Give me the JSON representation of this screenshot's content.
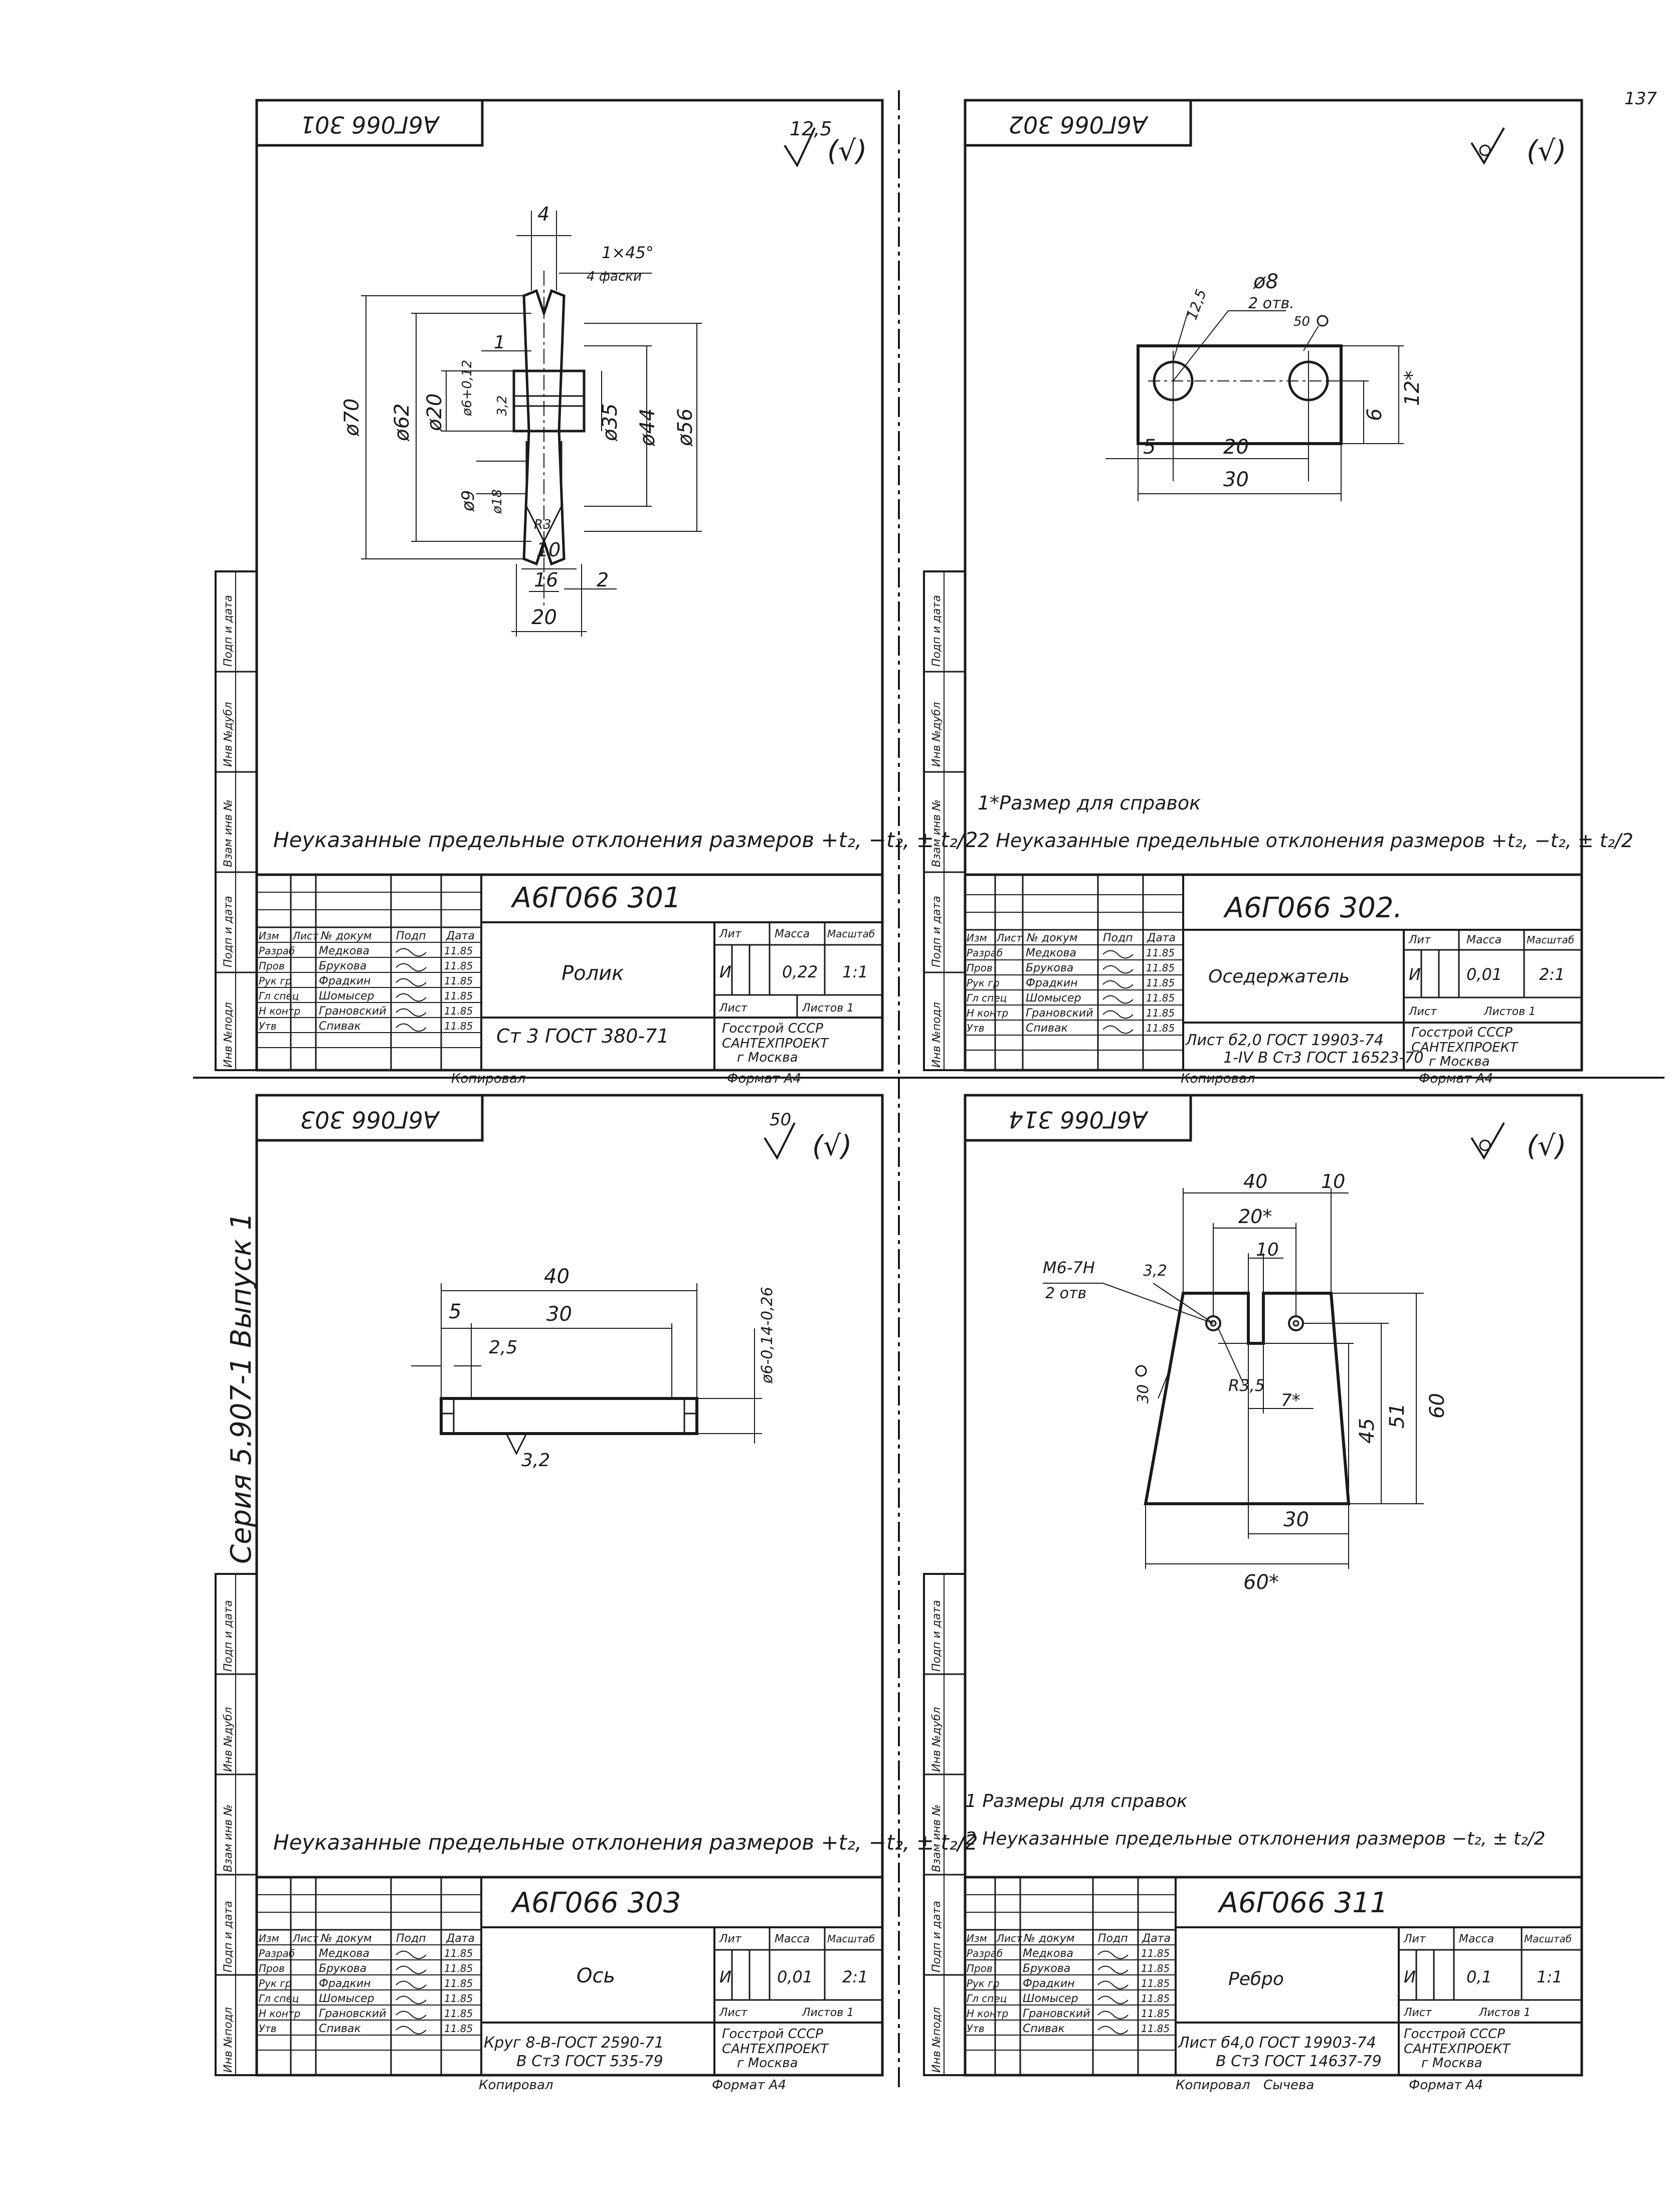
{
  "page": {
    "number": "137",
    "series": "Серия 5.907-1  Выпуск 1"
  },
  "side_stamp": [
    "Инв №подл",
    "Подп и дата",
    "Взам инв №",
    "Инв №дубл",
    "Подп и дата"
  ],
  "title_block_common": {
    "headers": {
      "izm": "Изм",
      "list": "Лист",
      "docnum": "№ докум",
      "sign": "Подп",
      "date": "Дата",
      "lit": "Лит",
      "mass": "Масса",
      "scale": "Масштаб",
      "sheet": "Лист",
      "sheets": "Листов 1"
    },
    "roles": [
      "Разраб",
      "Пров",
      "Рук гр",
      "Гл спец",
      "Н контр",
      "Утв"
    ],
    "names": [
      "Медкова",
      "Брукова",
      "Фрадкин",
      "Шомысер",
      "Грановский",
      "Спивак"
    ],
    "dates": [
      "11.85",
      "11.85",
      "11.85",
      "11.85",
      "11.85",
      "11.85"
    ],
    "org": [
      "Госстрой СССР",
      "САНТЕХПРОЕКТ",
      "г Москва"
    ],
    "copied": "Копировал",
    "format": "Формат А4"
  },
  "sheets": [
    {
      "code": "А6Г066 301",
      "code_rot": "А6Г066 301",
      "name": "Ролик",
      "lit": "И",
      "mass": "0,22",
      "scale": "1:1",
      "material": "Ст 3 ГОСТ 380-71",
      "roughness": "12,5",
      "roughness_paren": "(√)",
      "notes": [
        "Неуказанные предельные отклонения размеров +t₂, −t₂, ± t₂/2"
      ],
      "dims": {
        "top": "4",
        "chamfer": "1×45°",
        "chamfer_note": "4 фаски",
        "d70": "ø70",
        "d62": "ø62",
        "d20": "ø20",
        "d6": "ø6+0,12",
        "r32": "3,2",
        "d35": "ø35",
        "d44": "ø44",
        "d56": "ø56",
        "n1": "1",
        "d9": "ø9",
        "d18": "ø18",
        "r": "R3",
        "w10": "10",
        "w16": "16",
        "w2": "2",
        "w20": "20"
      }
    },
    {
      "code": "А6Г066 302.",
      "code_rot": "А6Г066 302",
      "name": "Оседержатель",
      "lit": "И",
      "mass": "0,01",
      "scale": "2:1",
      "material_1": "Лист  б2,0 ГОСТ 19903-74",
      "material_2": "1-IV В Ст3 ГОСТ 16523-70",
      "roughness": "",
      "roughness_paren": "(√)",
      "notes": [
        "1*Размер для справок",
        "2 Неуказанные предельные отклонения размеров +t₂, −t₂, ± t₂/2"
      ],
      "dims": {
        "d8": "ø8",
        "holes": "2 отв.",
        "r125": "12,5",
        "r50": "50",
        "w5": "5",
        "w20": "20",
        "w30": "30",
        "h6": "6",
        "h12": "12*"
      }
    },
    {
      "code": "А6Г066 303",
      "code_rot": "А6Г066 303",
      "name": "Ось",
      "lit": "И",
      "mass": "0,01",
      "scale": "2:1",
      "material_1": "Круг  8-В-ГОСТ 2590-71",
      "material_2": "В Ст3 ГОСТ 535-79",
      "roughness": "50",
      "roughness_paren": "(√)",
      "notes": [
        "Неуказанные предельные отклонения размеров +t₂, −t₂, ± t₂/2"
      ],
      "dims": {
        "w40": "40",
        "w5": "5",
        "w30": "30",
        "w25": "2,5",
        "d6": "ø6-0,14-0,26",
        "r32": "3,2"
      }
    },
    {
      "code": "А6Г066 311",
      "code_rot": "А6Г066 314",
      "name": "Ребро",
      "lit": "И",
      "mass": "0,1",
      "scale": "1:1",
      "material_1": "Лист  б4,0 ГОСТ 19903-74",
      "material_2": "В Ст3 ГОСТ 14637-79",
      "copied_extra": "Сычева",
      "roughness": "",
      "roughness_paren": "(√)",
      "notes": [
        "1 Размеры для справок",
        "2 Неуказанные предельные отклонения размеров −t₂, ± t₂/2"
      ],
      "dims": {
        "w40": "40",
        "w10a": "10",
        "w20": "20*",
        "w10b": "10",
        "m6": "М6-7Н",
        "holes": "2 отв",
        "r32": "3,2",
        "r35": "R3,5",
        "w7": "7*",
        "r30": "30",
        "h45": "45",
        "h51": "51",
        "h60": "60",
        "w30": "30",
        "w60": "60*"
      }
    }
  ]
}
